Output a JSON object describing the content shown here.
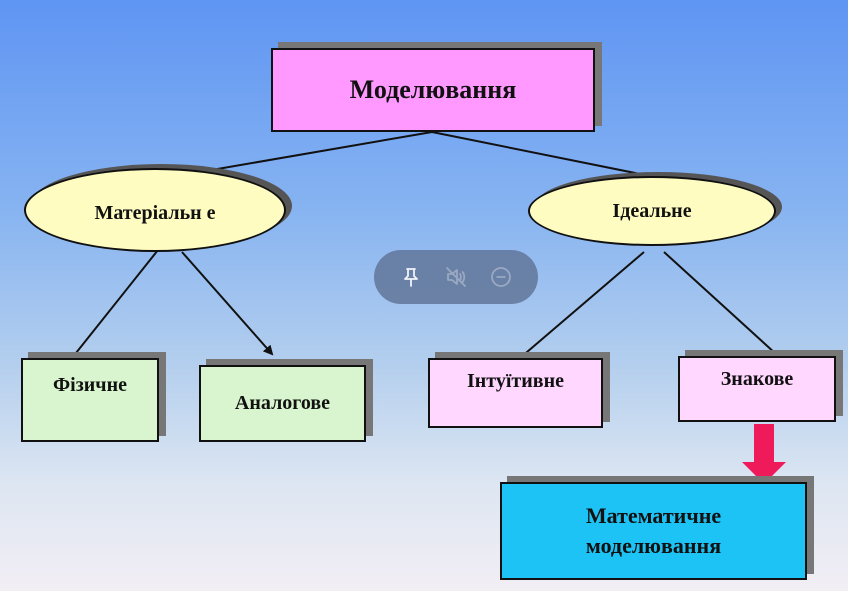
{
  "nodes": {
    "root": "Моделювання",
    "material": "Матеріальн е",
    "ideal": "Ідеальне",
    "physical": "Фізичне",
    "analog": "Аналогове",
    "intuitive": "Інтуїтивне",
    "sign": "Знакове",
    "math_line1": "Математичне",
    "math_line2": "моделювання"
  },
  "colors": {
    "root_fill": "#ff99ff",
    "ellipse_fill": "#fffcc2",
    "green_fill": "#d9f5cf",
    "pink_fill": "#ffd7ff",
    "math_fill": "#1ec3f6",
    "arrow": "#ee1a5a"
  },
  "toolbar": {
    "icons": [
      "pin-icon",
      "mute-icon",
      "minus-circle-icon"
    ]
  }
}
